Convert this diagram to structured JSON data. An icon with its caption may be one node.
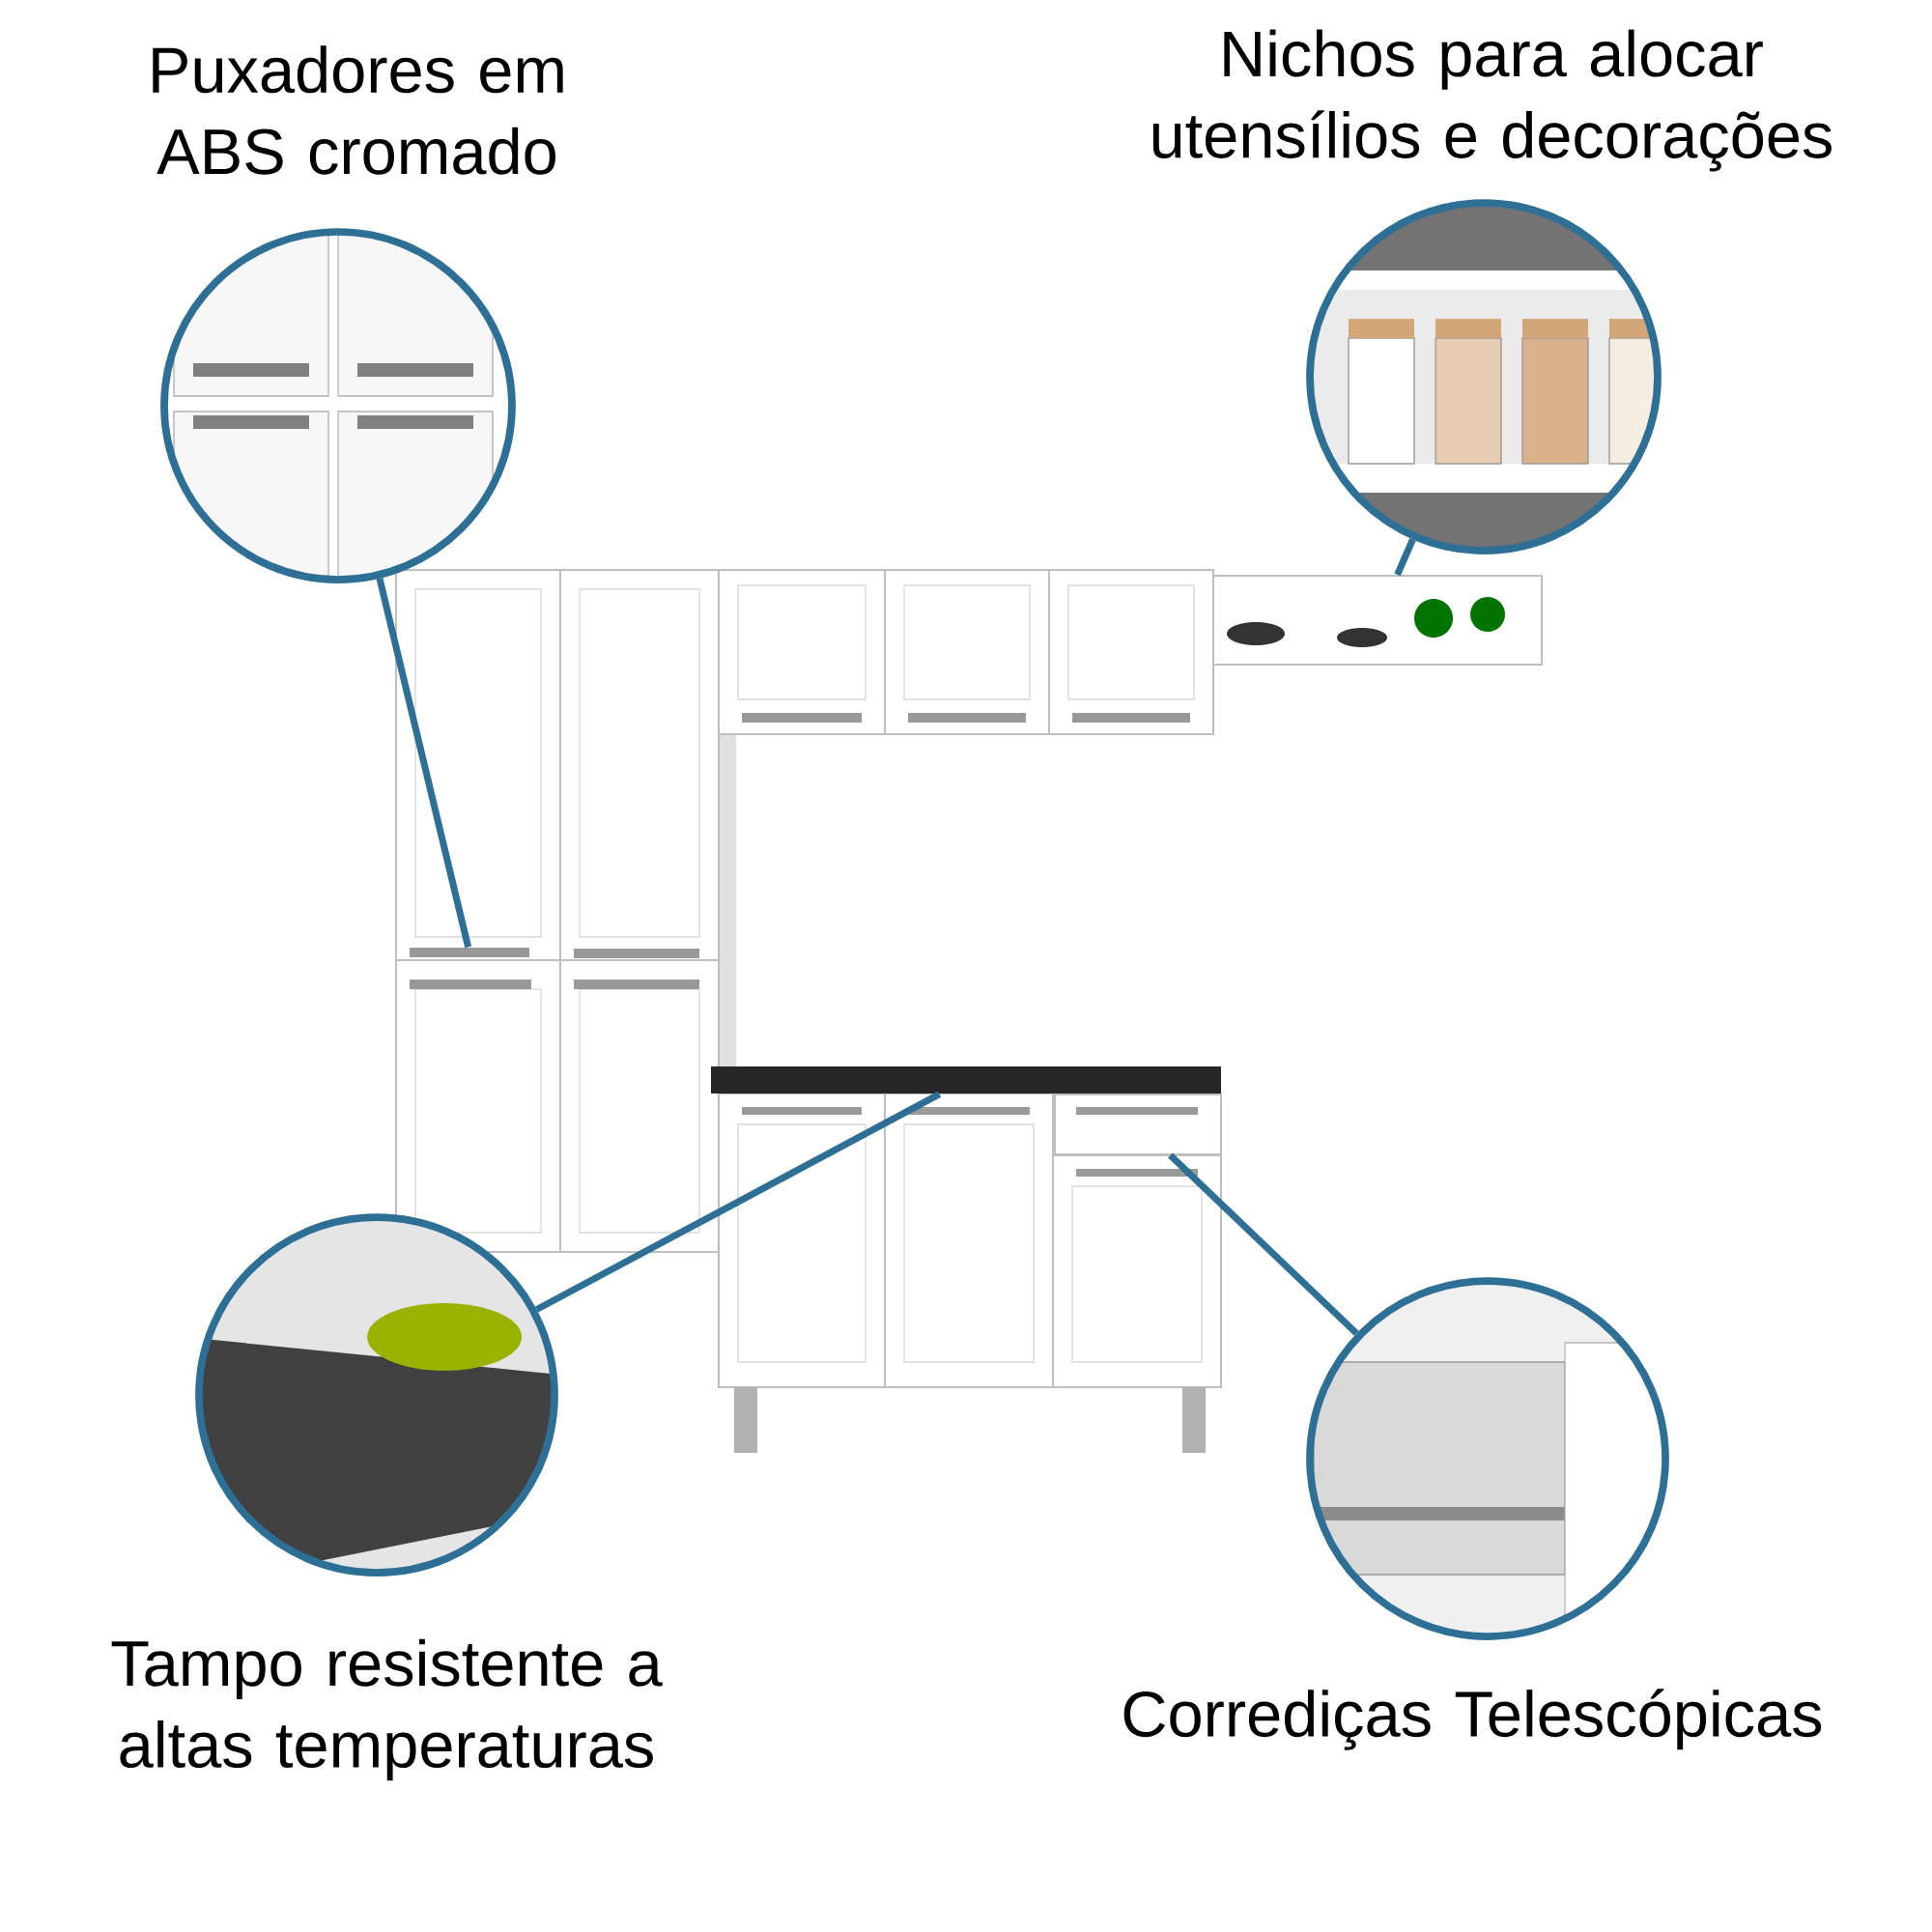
{
  "diagram": {
    "nodes": [
      {
        "text": [
          "Puxadores em ABS cromado"
        ]
      },
      {
        "text": [
          "Nichos para alocar utensílios e decorações"
        ]
      },
      {
        "text": [
          "Tampo resistente a altas temperaturas"
        ]
      },
      {
        "text": [
          "Corrediças Telescópicas"
        ]
      },
      {
        "text": [],
        "shape": "bar"
      },
      {
        "text": [],
        "shape": "box"
      },
      {
        "text": [],
        "shape": "bar"
      },
      {
        "text": [],
        "shape": "box"
      }
    ],
    "edges": [
      {
        "from": 0,
        "to": 4,
        "arrow": "none"
      },
      {
        "from": 1,
        "to": 5,
        "arrow": "none"
      },
      {
        "from": 2,
        "to": 6,
        "arrow": "none"
      },
      {
        "from": 3,
        "to": 7,
        "arrow": "none"
      }
    ]
  }
}
